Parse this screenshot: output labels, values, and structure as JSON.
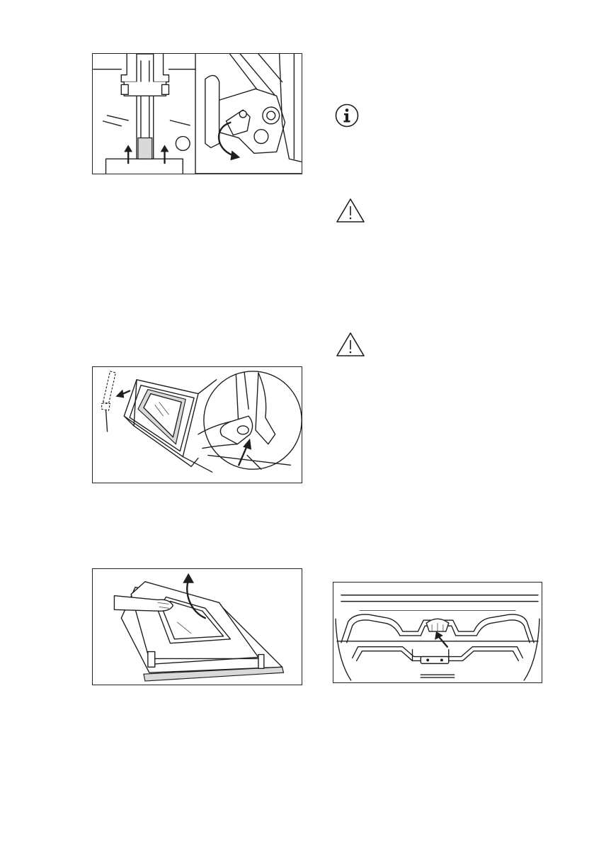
{
  "figures": [
    {
      "id": "door-hinge-figure",
      "description_icon": "hinge-lever-diagram"
    },
    {
      "id": "door-removal-figure",
      "description_icon": "door-lift-diagram"
    },
    {
      "id": "glass-panel-figure",
      "description_icon": "glass-panel-diagram"
    },
    {
      "id": "oven-lamp-figure",
      "description_icon": "grill-element-lamp-diagram"
    }
  ],
  "icons": {
    "info": "info-icon",
    "warning_1": "warning-icon",
    "warning_2": "warning-icon"
  },
  "callouts": {
    "hinge_label_1": "",
    "hinge_label_2": ""
  }
}
